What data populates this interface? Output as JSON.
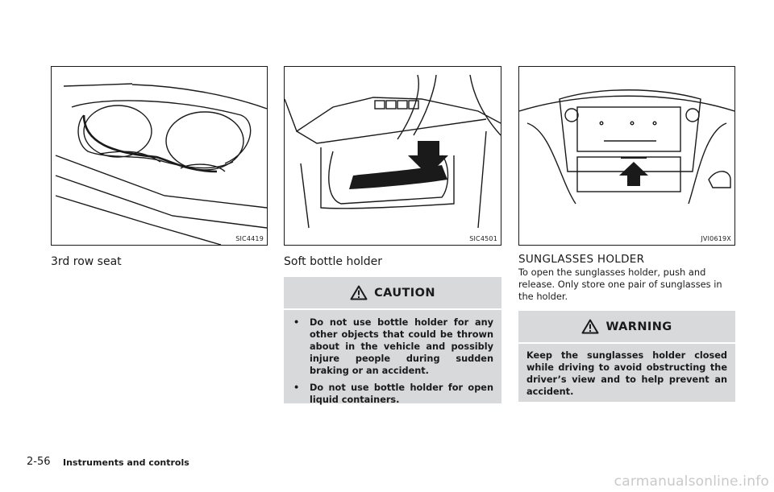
{
  "figures": [
    {
      "code": "SIC4419",
      "caption": "3rd row seat"
    },
    {
      "code": "SIC4501",
      "caption": "Soft bottle holder"
    },
    {
      "code": "JVI0619X",
      "caption": ""
    }
  ],
  "caution": {
    "label": "CAUTION",
    "items": [
      {
        "bullet": "•",
        "text": "Do not use bottle holder for any other objects that could be thrown about in the vehicle and possibly injure people during sudden braking or an accident."
      },
      {
        "bullet": "•",
        "text": "Do not use bottle holder for open liquid containers."
      }
    ]
  },
  "sunglasses": {
    "heading": "SUNGLASSES HOLDER",
    "body": "To open the sunglasses holder, push and release. Only store one pair of sunglasses in the holder."
  },
  "warning": {
    "label": "WARNING",
    "text": "Keep the sunglasses holder closed while driving to avoid obstructing the driver’s view and to help prevent an accident."
  },
  "footer": {
    "page_number": "2-56",
    "section_title": "Instruments and controls"
  },
  "watermark": "carmanualsonline.info",
  "colors": {
    "notice_box": "#d8d9da",
    "text": "#1a1a1a",
    "watermark": "#c9c9c9"
  }
}
